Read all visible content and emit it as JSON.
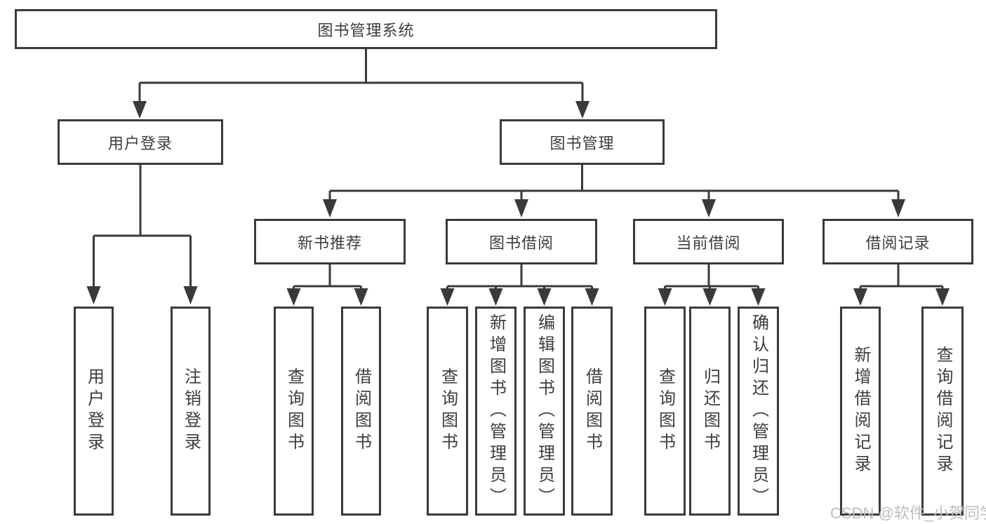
{
  "diagram": {
    "root": {
      "label": "图书管理系统"
    },
    "level2": [
      {
        "label": "用户登录"
      },
      {
        "label": "图书管理"
      }
    ],
    "level3": [
      {
        "label": "新书推荐"
      },
      {
        "label": "图书借阅"
      },
      {
        "label": "当前借阅"
      },
      {
        "label": "借阅记录"
      }
    ],
    "leaves": {
      "user_login": [
        {
          "label": "用户登录"
        },
        {
          "label": "注销登录"
        }
      ],
      "new_book_recommend": [
        {
          "label": "查询图书"
        },
        {
          "label": "借阅图书"
        }
      ],
      "book_borrow": [
        {
          "label": "查询图书"
        },
        {
          "label": "新增图书（管理员）"
        },
        {
          "label": "编辑图书（管理员）"
        },
        {
          "label": "借阅图书"
        }
      ],
      "current_borrow": [
        {
          "label": "查询图书"
        },
        {
          "label": "归还图书"
        },
        {
          "label": "确认归还（管理员）"
        }
      ],
      "borrow_records": [
        {
          "label": "新增借阅记录"
        },
        {
          "label": "查询借阅记录"
        }
      ]
    },
    "watermark": "CSDN @软件_小贺同学",
    "colors": {
      "line": "#3a3a3c",
      "box_border": "#3a3a3c",
      "box_fill": "#ffffff",
      "text": "#3d3d3f",
      "watermark": "#bcbdc0",
      "background": "#ffffff"
    }
  }
}
